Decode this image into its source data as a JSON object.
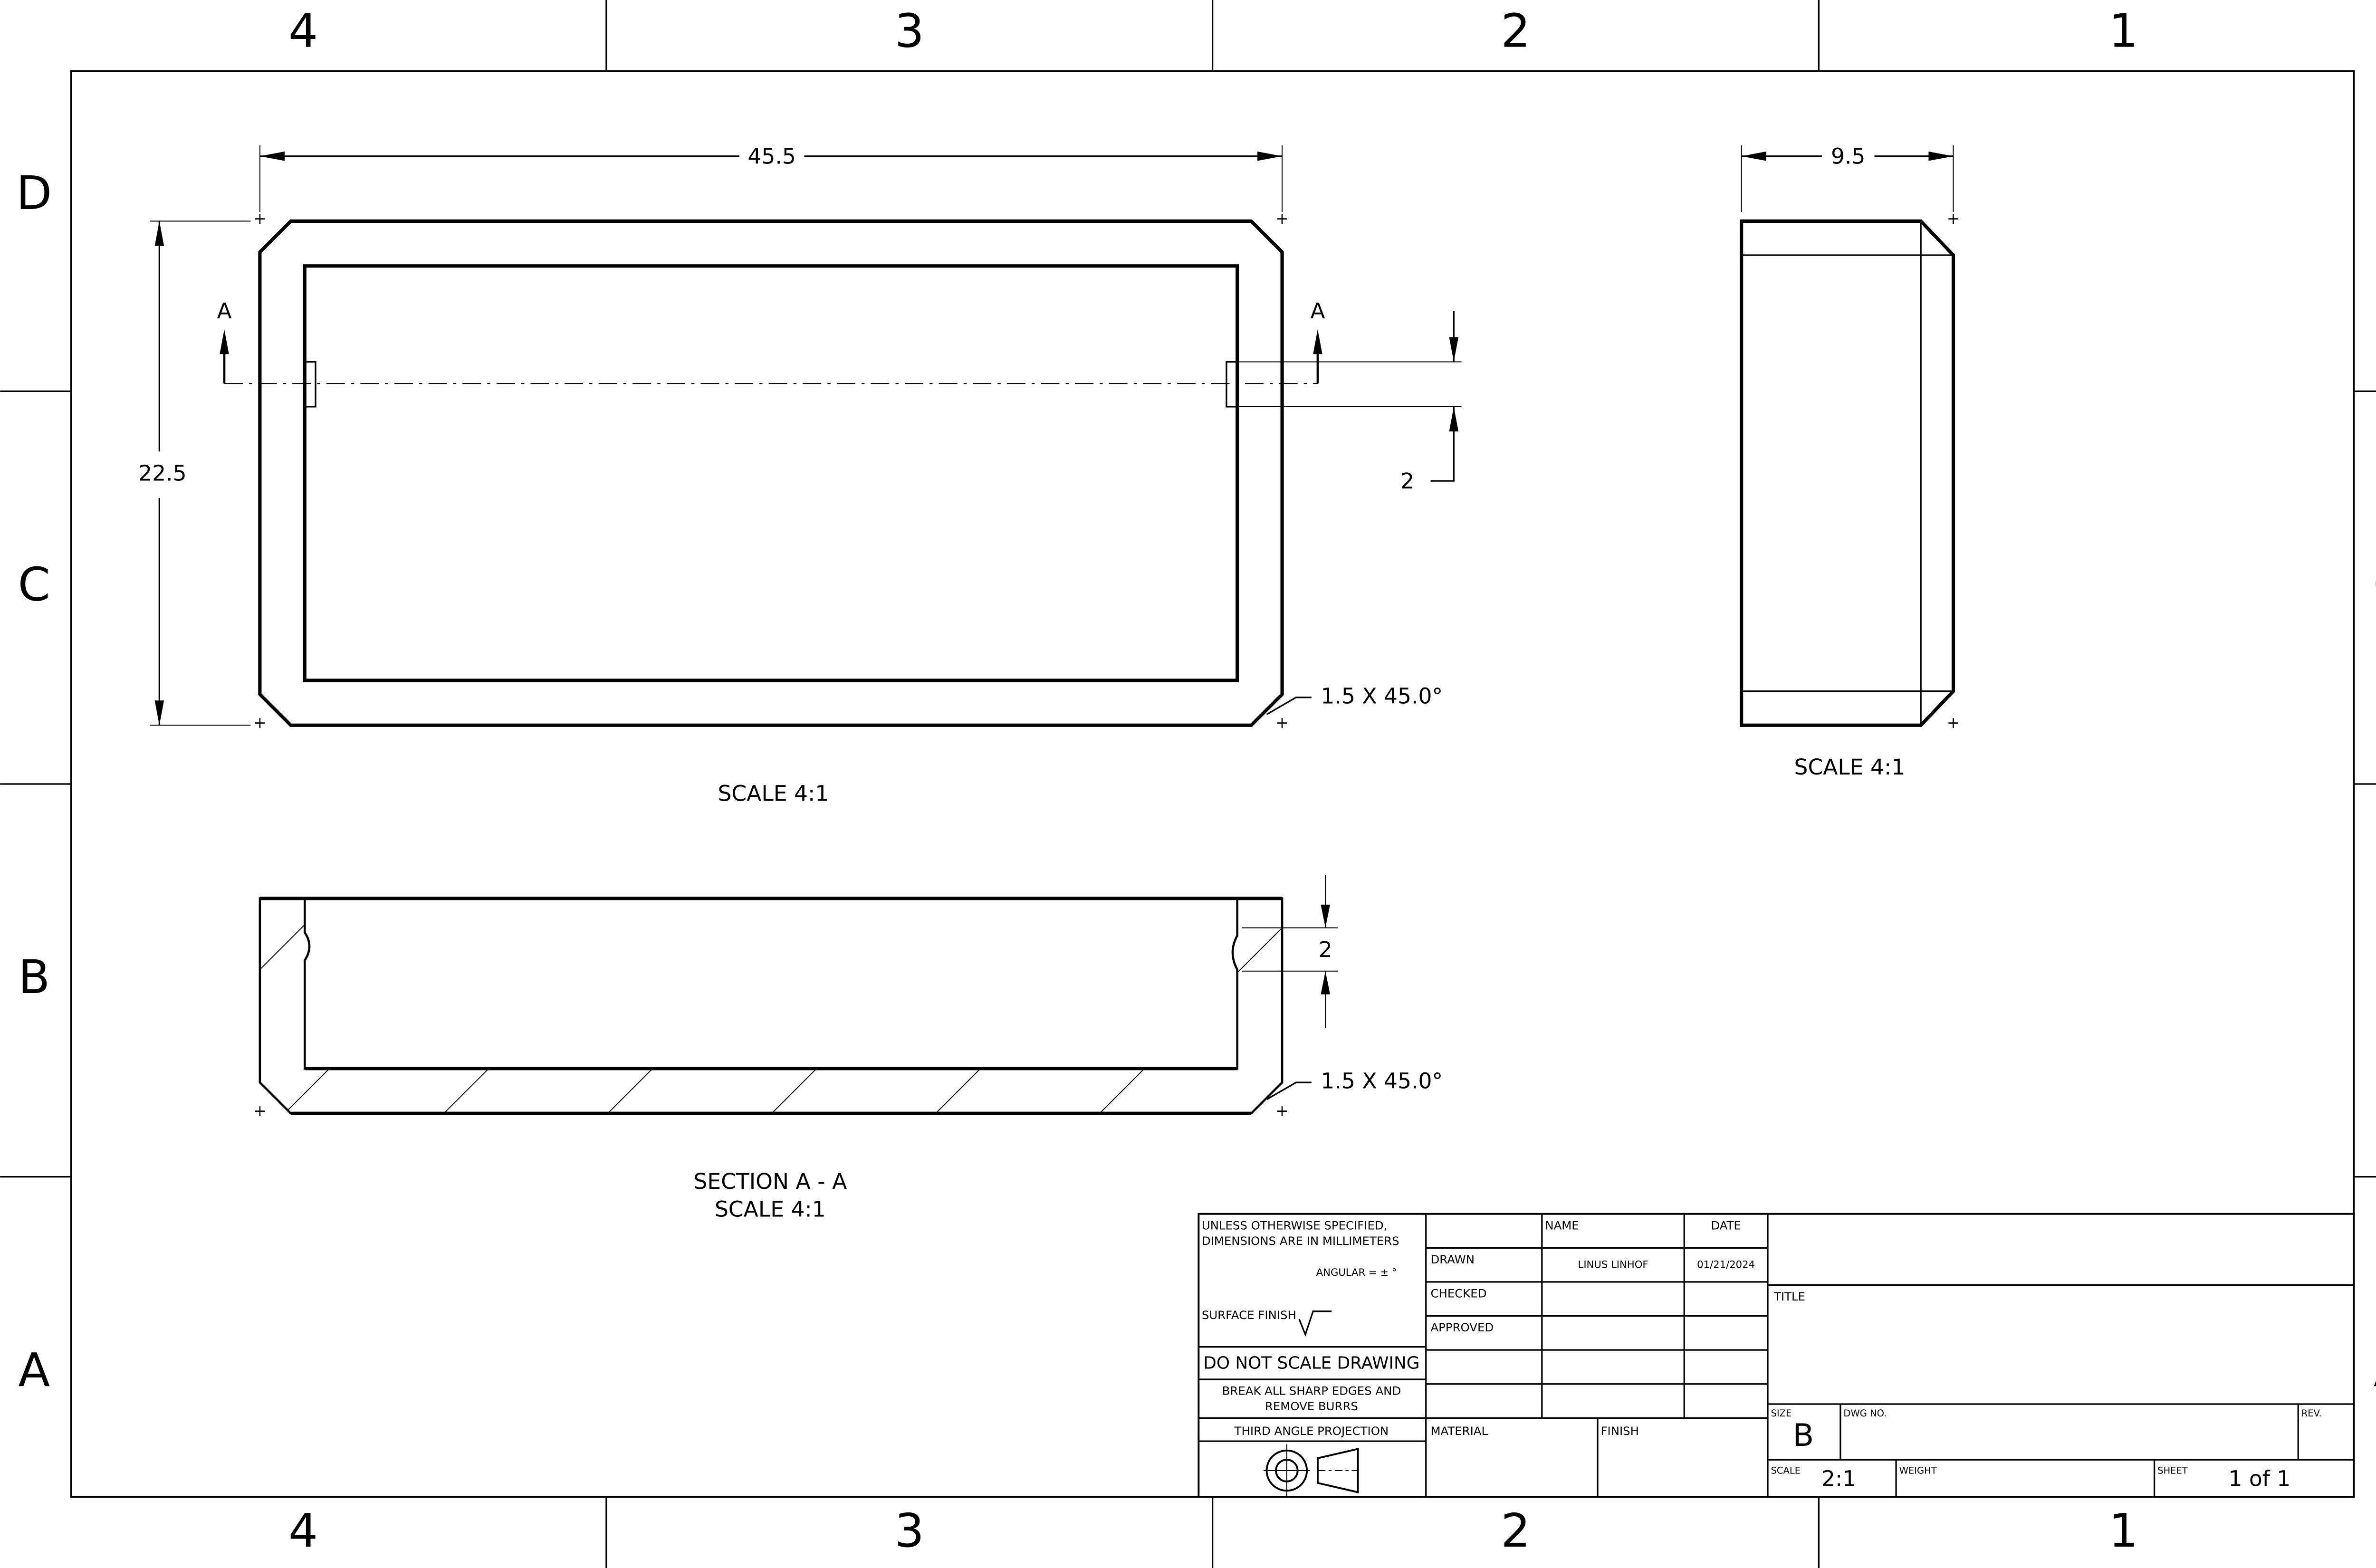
{
  "sheet": {
    "column_zones": [
      "4",
      "3",
      "2",
      "1"
    ],
    "row_zones": [
      "D",
      "C",
      "B",
      "A"
    ]
  },
  "front_view": {
    "width_dim": "45.5",
    "height_dim": "22.5",
    "section_label_left": "A",
    "section_label_right": "A",
    "slot_dim": "2",
    "chamfer_note": "1.5 X 45.0°",
    "scale_label": "SCALE 4:1"
  },
  "side_view": {
    "width_dim": "9.5",
    "scale_label": "SCALE 4:1"
  },
  "section_view": {
    "slot_dim": "2",
    "chamfer_note": "1.5 X 45.0°",
    "title": "SECTION A - A",
    "scale_label": "SCALE 4:1"
  },
  "title_block": {
    "notes_line1": "UNLESS OTHERWISE SPECIFIED,",
    "notes_line2": "DIMENSIONS ARE IN MILLIMETERS",
    "angular": "ANGULAR = ± °",
    "surface_finish": "SURFACE FINISH",
    "do_not_scale": "DO NOT SCALE DRAWING",
    "break_edges_line1": "BREAK ALL SHARP EDGES AND",
    "break_edges_line2": "REMOVE BURRS",
    "projection": "THIRD ANGLE PROJECTION",
    "name_header": "NAME",
    "date_header": "DATE",
    "drawn_label": "DRAWN",
    "drawn_name": "LINUS LINHOF",
    "drawn_date": "01/21/2024",
    "checked_label": "CHECKED",
    "approved_label": "APPROVED",
    "material_label": "MATERIAL",
    "finish_label": "FINISH",
    "title_label": "TITLE",
    "size_label": "SIZE",
    "size_value": "B",
    "dwg_no_label": "DWG NO.",
    "rev_label": "REV.",
    "scale_label": "SCALE",
    "scale_value": "2:1",
    "weight_label": "WEIGHT",
    "sheet_label": "SHEET",
    "sheet_value": "1 of 1"
  }
}
